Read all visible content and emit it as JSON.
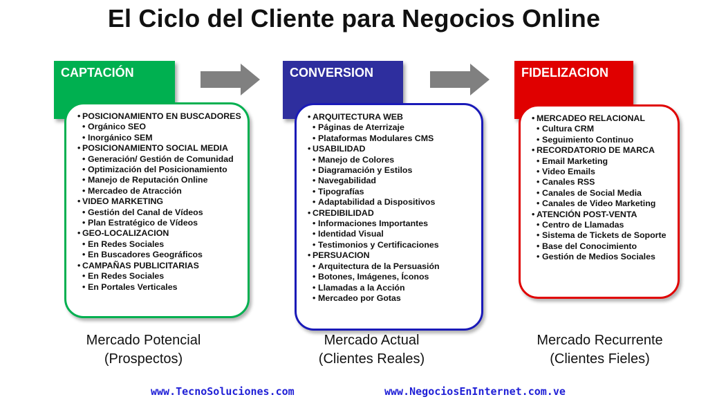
{
  "title": "El Ciclo del Cliente para Negocios Online",
  "colors": {
    "captacion": "#00b050",
    "conversion": "#2e2e9e",
    "fidelizacion": "#e00000",
    "arrow": "#808080",
    "url": "#1f1fd6"
  },
  "stages": [
    {
      "header": "CAPTACIÓN",
      "sections": [
        {
          "title": "POSICIONAMIENTO EN BUSCADORES",
          "items": [
            "Orgánico SEO",
            "Inorgánico SEM"
          ]
        },
        {
          "title": "POSICIONAMIENTO SOCIAL MEDIA",
          "items": [
            "Generación/ Gestión de Comunidad",
            "Optimización del Posicionamiento",
            "Manejo de Reputación Online",
            "Mercadeo de Atracción"
          ]
        },
        {
          "title": "VIDEO MARKETING",
          "items": [
            "Gestión del Canal de Vídeos",
            "Plan Estratégico de Vídeos"
          ]
        },
        {
          "title": "GEO-LOCALIZACION",
          "items": [
            "En Redes Sociales",
            "En Buscadores Geográficos"
          ]
        },
        {
          "title": "CAMPAÑAS PUBLICITARIAS",
          "items": [
            "En Redes Sociales",
            "En Portales Verticales"
          ]
        }
      ],
      "market_line1": "Mercado Potencial",
      "market_line2": "(Prospectos)"
    },
    {
      "header": "CONVERSION",
      "sections": [
        {
          "title": "ARQUITECTURA WEB",
          "items": [
            "Páginas de Aterrizaje",
            "Plataformas Modulares CMS"
          ]
        },
        {
          "title": "USABILIDAD",
          "items": [
            "Manejo de Colores",
            "Diagramación y Estilos",
            "Navegabilidad",
            "Tipografías",
            "Adaptabilidad a Dispositivos"
          ]
        },
        {
          "title": "CREDIBILIDAD",
          "items": [
            "Informaciones Importantes",
            "Identidad Visual",
            "Testimonios y Certificaciones"
          ]
        },
        {
          "title": "PERSUACION",
          "items": [
            "Arquitectura de la Persuasión",
            "Botones, Imágenes, Íconos",
            "Llamadas a la Acción",
            "Mercadeo por Gotas"
          ]
        }
      ],
      "market_line1": "Mercado Actual",
      "market_line2": "(Clientes Reales)"
    },
    {
      "header": "FIDELIZACION",
      "sections": [
        {
          "title": "MERCADEO RELACIONAL",
          "items": [
            "Cultura CRM",
            "Seguimiento Continuo"
          ]
        },
        {
          "title": "RECORDATORIO DE MARCA",
          "items": [
            "Email Marketing",
            "Video Emails",
            "Canales RSS",
            "Canales de Social Media",
            "Canales de Video Marketing"
          ]
        },
        {
          "title": "ATENCIÓN POST-VENTA",
          "items": [
            "Centro de Llamadas",
            "Sistema de Tickets de Soporte",
            "Base del Conocimiento",
            "Gestión de Medios Sociales"
          ]
        }
      ],
      "market_line1": "Mercado Recurrente",
      "market_line2": "(Clientes Fieles)"
    }
  ],
  "urls": [
    "www.TecnoSoluciones.com",
    "www.NegociosEnInternet.com.ve"
  ]
}
